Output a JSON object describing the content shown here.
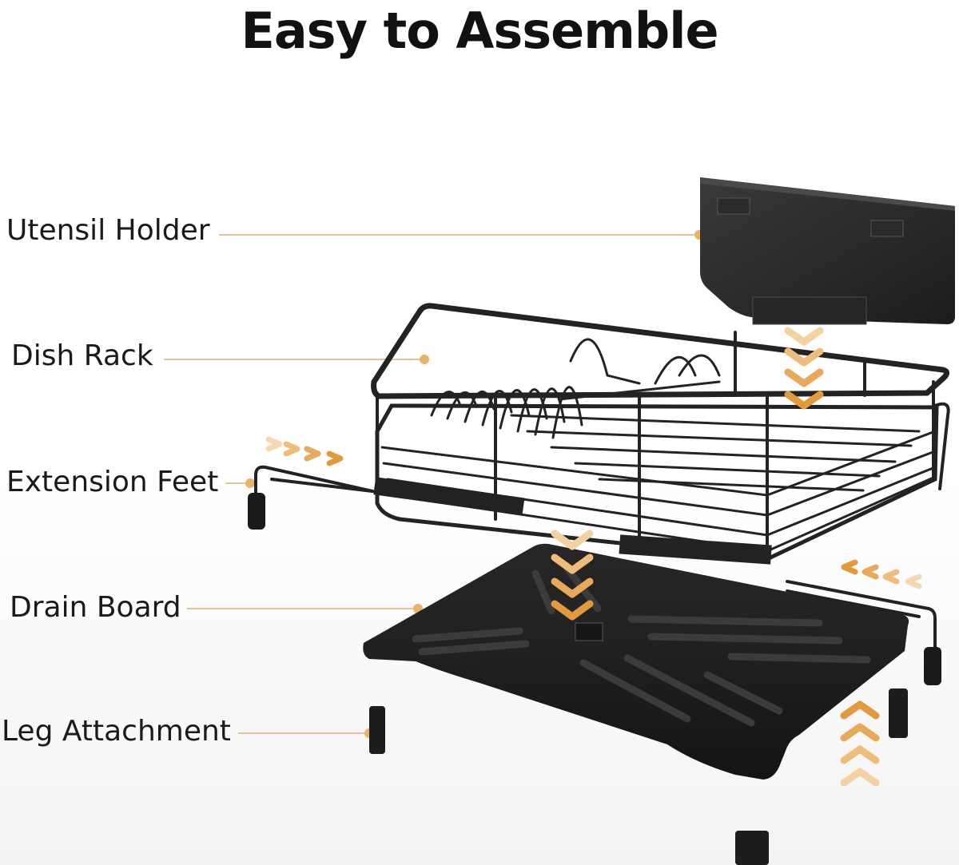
{
  "title": "Easy to Assemble",
  "labels": {
    "utensil_holder": "Utensil Holder",
    "dish_rack": "Dish Rack",
    "extension_feet": "Extension Feet",
    "drain_board": "Drain Board",
    "leg_attachment": "Leg Attachment"
  },
  "colors": {
    "accent": "#e8b36a",
    "leader_line": "#d9b27a",
    "product": "#1f1f1f"
  }
}
